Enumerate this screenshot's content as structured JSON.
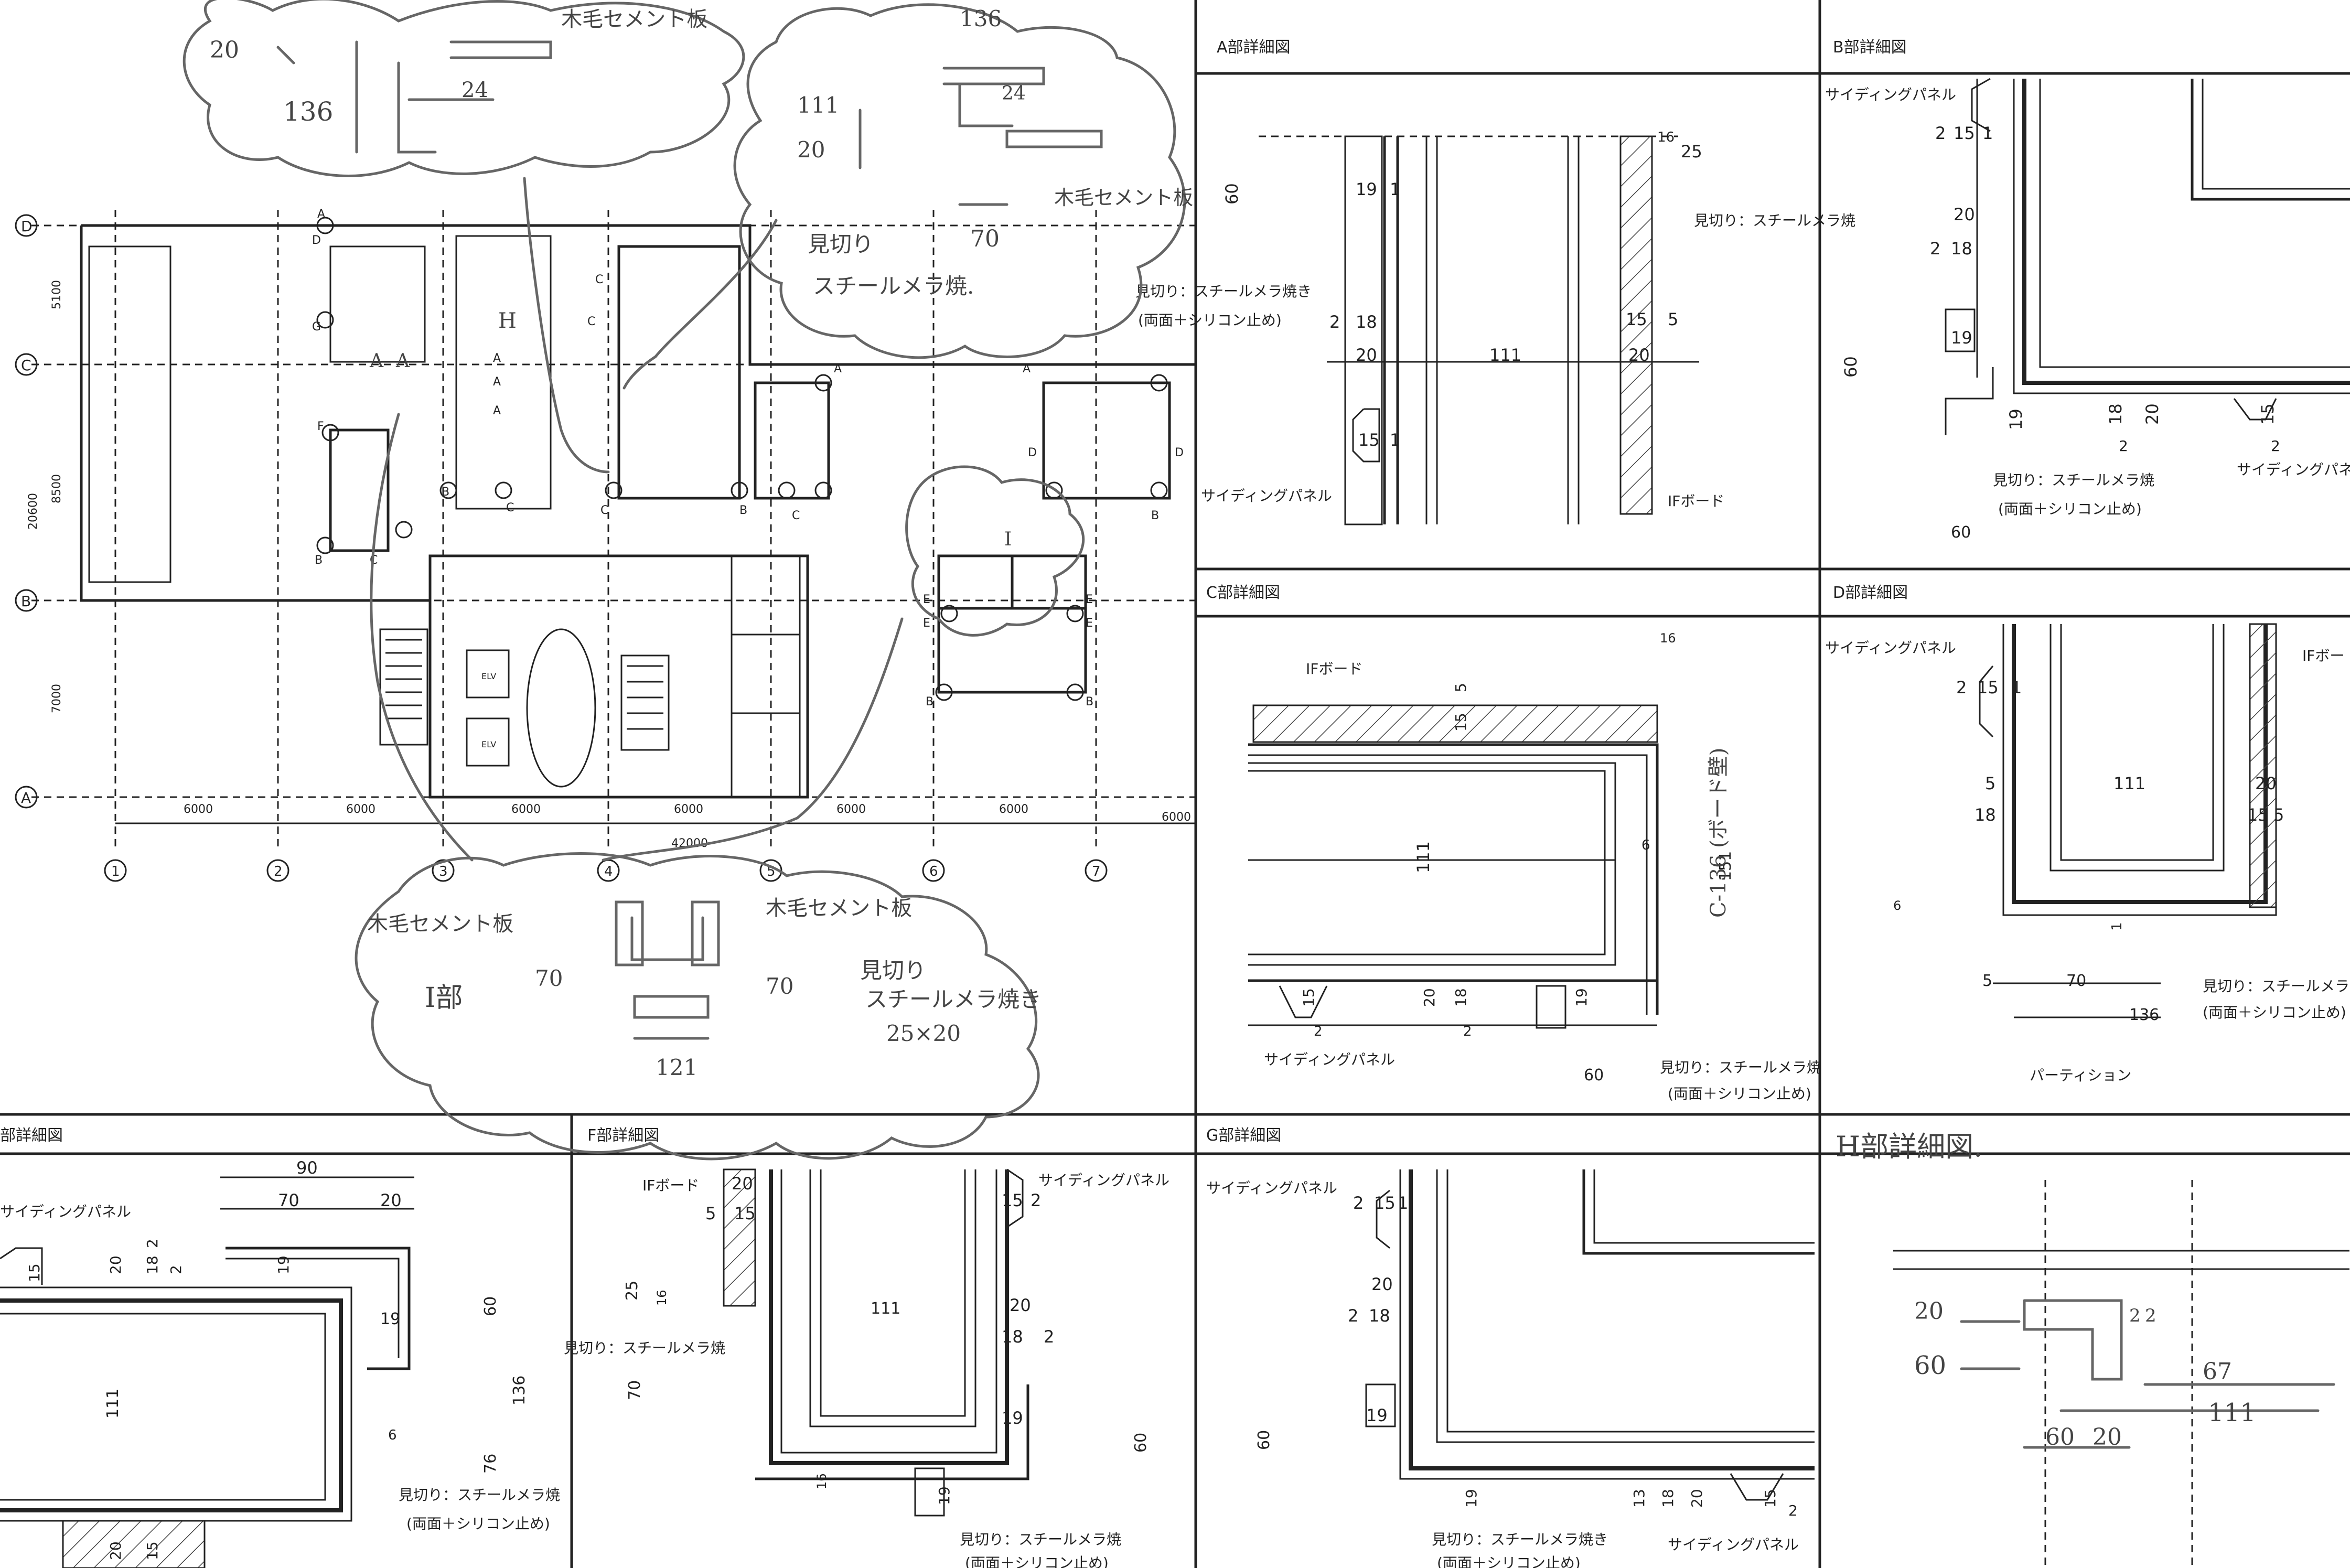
{
  "sheet": {
    "panels": {
      "A": {
        "title": "A部詳細図",
        "labels": [
          "見切り：スチールメラ焼",
          "見切り：スチールメラ焼き",
          "(両面＋シリコン止め)",
          "サイディングパネル",
          "IFボード"
        ],
        "dims": [
          "60",
          "19",
          "1",
          "2",
          "18",
          "20",
          "111",
          "15",
          "1",
          "16",
          "25",
          "15",
          "5",
          "20"
        ]
      },
      "B": {
        "title": "B部詳細図",
        "labels": [
          "サイディングパネル",
          "見切り：スチールメラ焼",
          "(両面＋シリコン止め)",
          "サイディングパネル"
        ],
        "dims": [
          "2",
          "15",
          "1",
          "20",
          "2",
          "18",
          "60",
          "19",
          "19",
          "2",
          "18",
          "20",
          "2",
          "15",
          "60"
        ]
      },
      "C": {
        "title": "C部詳細図",
        "labels": [
          "IFボード",
          "サイディングパネル",
          "見切り：スチールメラ焼",
          "(両面＋シリコン止め)"
        ],
        "dims": [
          "16",
          "5",
          "15",
          "111",
          "6",
          "151",
          "15",
          "2",
          "20",
          "18",
          "2",
          "19",
          "60"
        ],
        "handnote": "C-136 (ボード壁)"
      },
      "D": {
        "title": "D部詳細図",
        "labels": [
          "サイディングパネル",
          "IFボー",
          "見切り：スチールメラ",
          "(両面＋シリコン止め)",
          "パーティション"
        ],
        "dims": [
          "2",
          "15",
          "1",
          "5",
          "111",
          "20",
          "18",
          "15",
          "5",
          "6",
          "1",
          "70",
          "136",
          "5"
        ]
      },
      "E": {
        "title": "部詳細図",
        "labels": [
          "サイディングパネル",
          "見切り：スチールメラ焼",
          "(両面＋シリコン止め)"
        ],
        "dims": [
          "90",
          "70",
          "20",
          "2",
          "15",
          "20",
          "18",
          "2",
          "19",
          "60",
          "19",
          "111",
          "136",
          "6",
          "76",
          "20",
          "15"
        ]
      },
      "F": {
        "title": "F部詳細図",
        "labels": [
          "IFボード",
          "サイディングパネル",
          "見切り：スチールメラ焼",
          "見切り：スチールメラ焼",
          "(両面＋シリコン止め)"
        ],
        "dims": [
          "20",
          "5",
          "15",
          "15",
          "2",
          "25",
          "16",
          "111",
          "70",
          "20",
          "18",
          "2",
          "19",
          "60",
          "16",
          "19"
        ]
      },
      "G": {
        "title": "G部詳細図",
        "labels": [
          "サイディングパネル",
          "見切り：スチールメラ焼き",
          "(両面＋シリコン止め)",
          "サイディングパネル"
        ],
        "dims": [
          "2",
          "15",
          "1",
          "20",
          "2",
          "18",
          "19",
          "60",
          "19",
          "13",
          "18",
          "20",
          "2",
          "15"
        ]
      },
      "H": {
        "title": "H部詳細図.",
        "dims": [
          "20",
          "60",
          "2",
          "2",
          "67",
          "111",
          "60",
          "20"
        ]
      }
    },
    "plan": {
      "rows": [
        "D",
        "C",
        "B",
        "A"
      ],
      "row_dims": [
        "5100",
        "8500",
        "7000"
      ],
      "total_depth": "20600",
      "cols": [
        "1",
        "2",
        "3",
        "4",
        "5",
        "6",
        "7"
      ],
      "col_dims": [
        "6000",
        "6000",
        "6000",
        "6000",
        "6000",
        "6000",
        "6000"
      ],
      "total_width": "42000",
      "markers": [
        "A",
        "A",
        "A",
        "C",
        "C",
        "D",
        "G",
        "F",
        "B",
        "C",
        "B",
        "C",
        "A",
        "A",
        "A",
        "D",
        "D",
        "B",
        "C",
        "C",
        "B",
        "E",
        "E",
        "E",
        "E",
        "B",
        "B"
      ],
      "elv": [
        "ELV",
        "ELV"
      ]
    },
    "notes": {
      "top_left": {
        "dims": [
          "20",
          "136",
          "24"
        ],
        "text": "木毛セメント板"
      },
      "top_mid": {
        "dims": [
          "136",
          "111",
          "20",
          "70",
          "24"
        ],
        "text": [
          "木毛セメント板",
          "見切り",
          "スチールメラ焼."
        ]
      },
      "bottom": {
        "label": "I部",
        "texts": [
          "木毛セメント板",
          "木毛セメント板",
          "見切り",
          "スチールメラ焼き",
          "25×20"
        ],
        "dims": [
          "70",
          "70",
          "121"
        ]
      },
      "plan_marks": [
        "H",
        "A",
        "A",
        "I"
      ]
    }
  }
}
